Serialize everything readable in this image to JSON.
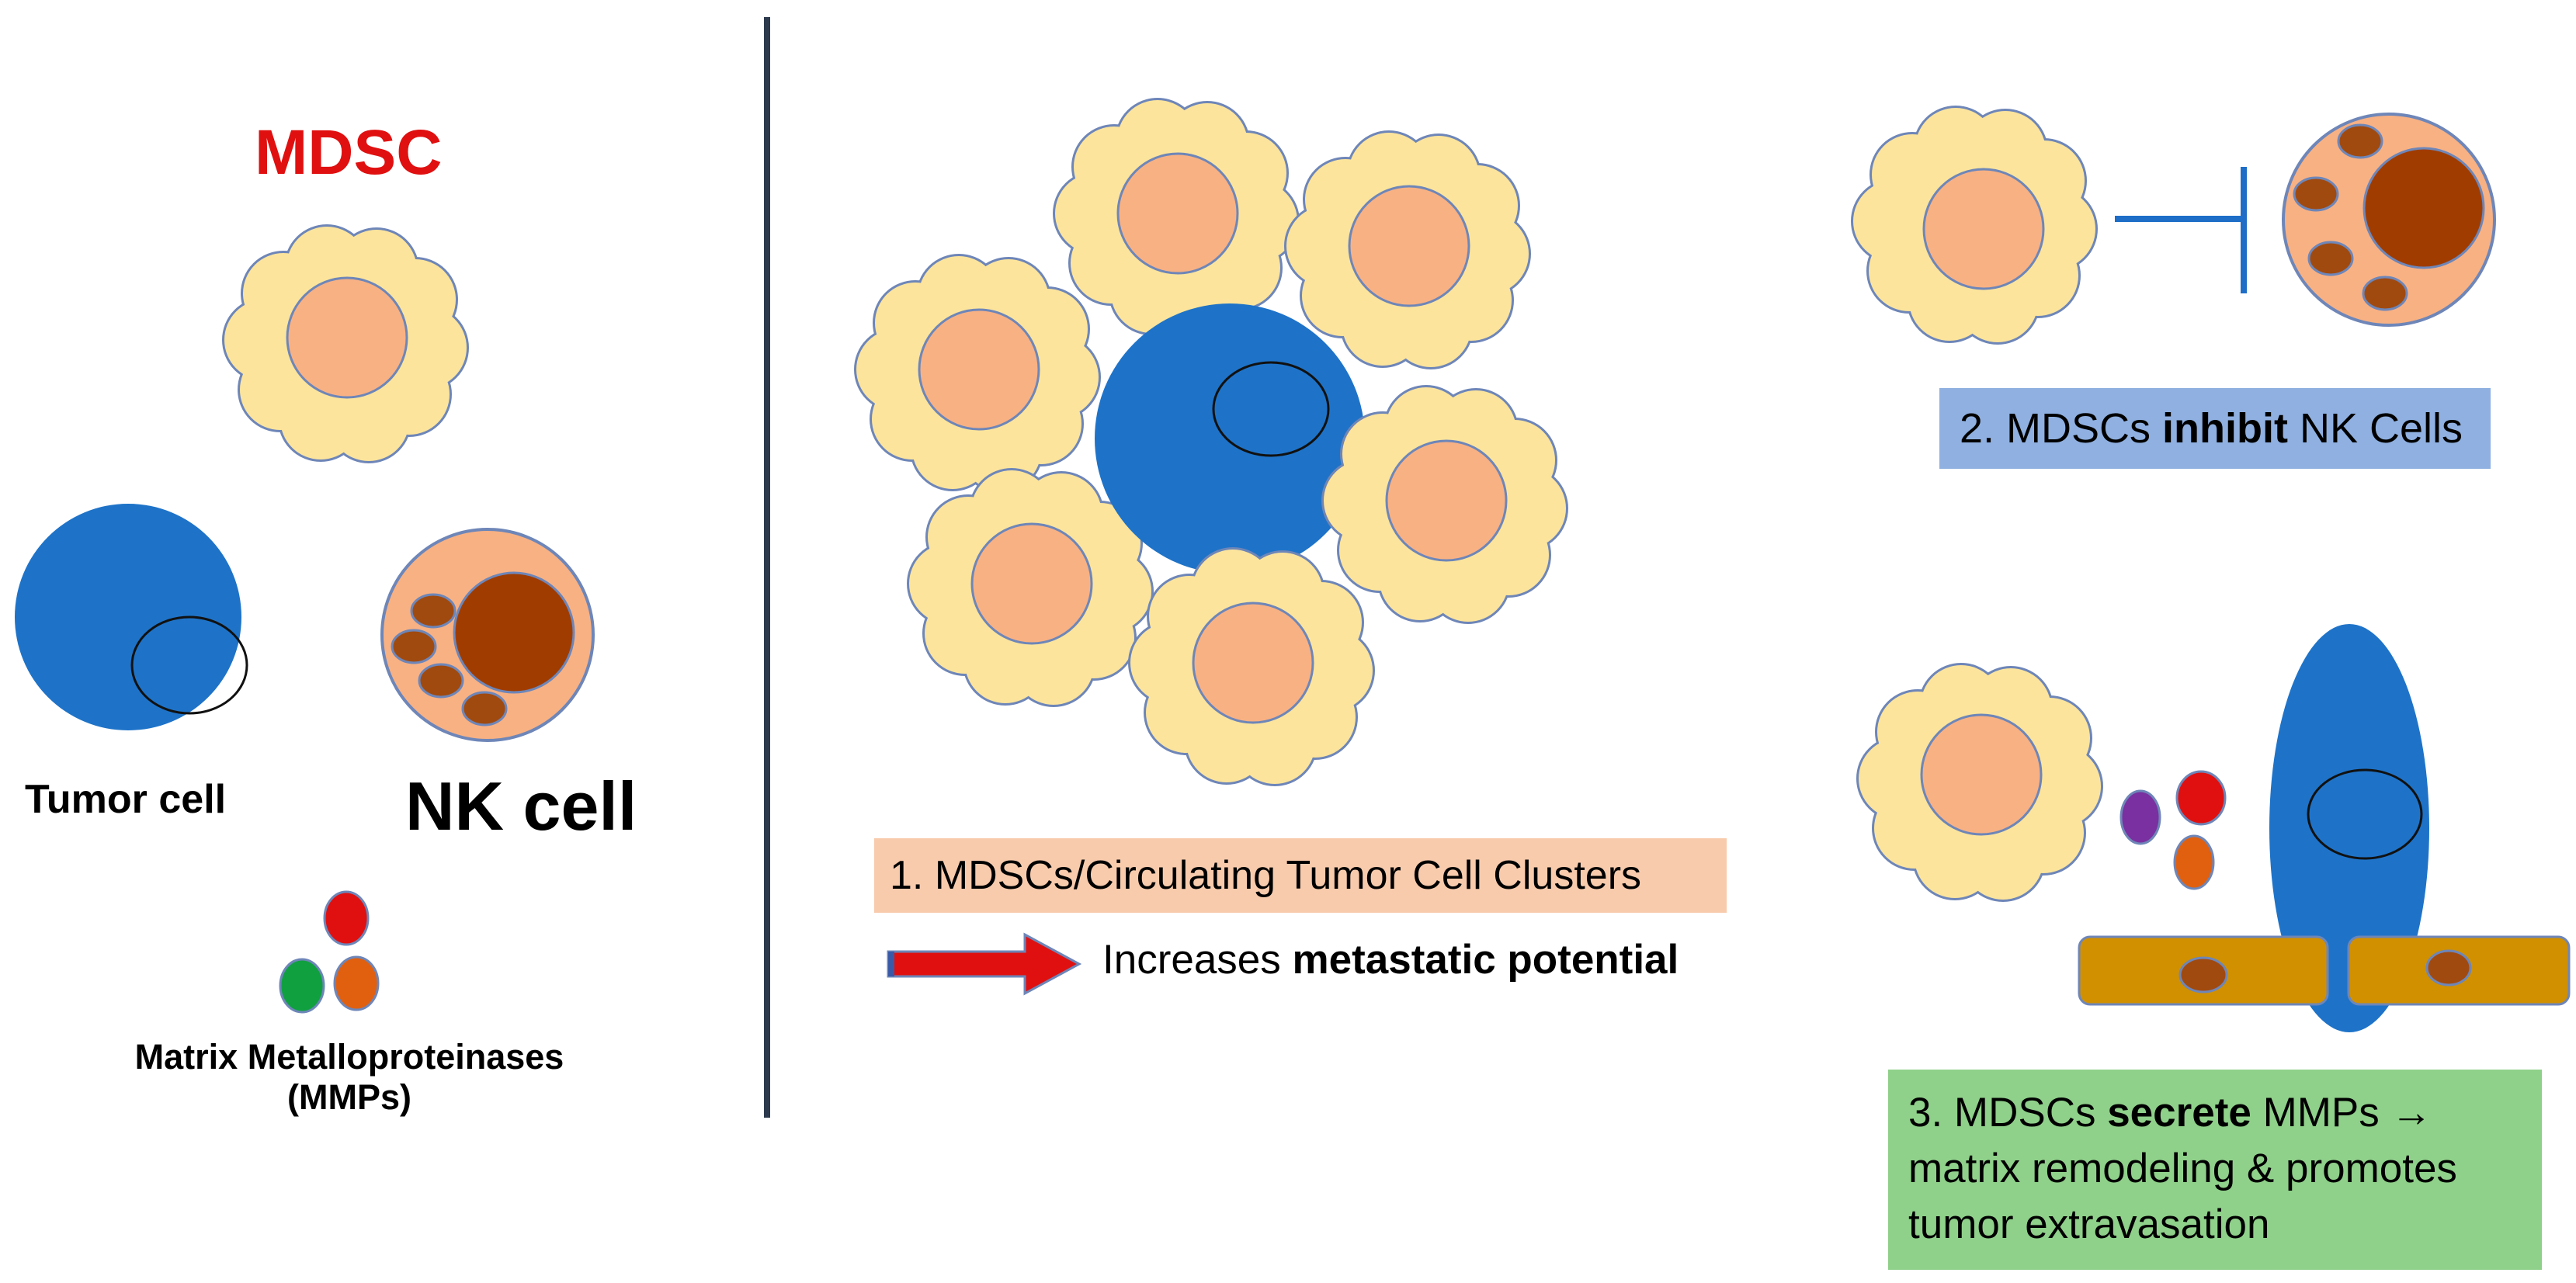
{
  "legend": {
    "mdsc_title": "MDSC",
    "tumor_cell_label": "Tumor cell",
    "nk_cell_label": "NK cell",
    "mmp_label_line1": "Matrix Metalloproteinases",
    "mmp_label_line2": "(MMPs)"
  },
  "panel1": {
    "caption": "1. MDSCs/Circulating Tumor Cell Clusters",
    "arrow_text_plain": "Increases ",
    "arrow_text_bold": "metastatic potential"
  },
  "panel2": {
    "caption_prefix": "2. MDSCs ",
    "caption_bold": "inhibit",
    "caption_suffix": " NK Cells"
  },
  "panel3": {
    "caption_prefix": "3. MDSCs ",
    "caption_bold": "secrete",
    "caption_suffix": " MMPs →",
    "caption_line2": "matrix remodeling & promotes",
    "caption_line3": "tumor extravasation"
  },
  "colors": {
    "mdsc_body": "#FCE49C",
    "mdsc_nucleus": "#F8B183",
    "cell_outline": "#6E86B8",
    "tumor_cell": "#1E73C8",
    "nk_body": "#F8B183",
    "nk_nucleus": "#A03C00",
    "nk_granule": "#A04A10",
    "mmp_red": "#E01010",
    "mmp_orange": "#E06010",
    "mmp_green": "#10A040",
    "mmp_purple": "#7A30A0",
    "endothelial": "#D09000",
    "divider": "#2D3A4E",
    "title_red": "#E01010",
    "inhibit_line": "#1E6EC8",
    "caption1_bg": "#F8CBAD",
    "caption2_bg": "#8FB0E0",
    "caption3_bg": "#8FD08A",
    "arrow_red": "#E01010"
  }
}
